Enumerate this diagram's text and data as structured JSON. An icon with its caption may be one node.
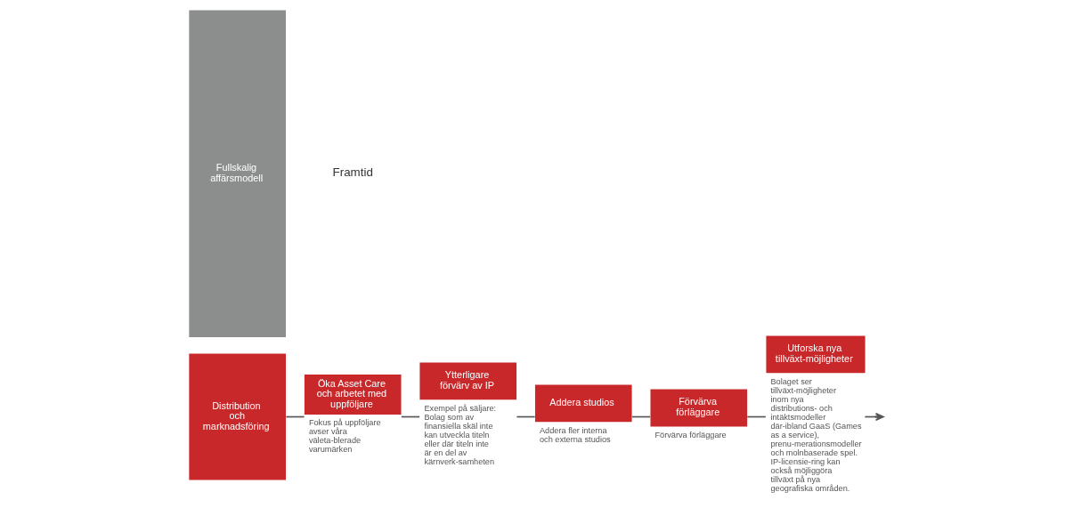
{
  "diagram": {
    "nodes": [
      {
        "text": [
          "Distribution och marknadsföring"
        ]
      },
      {
        "text": [
          "Öka Asset Care och arbetet med uppföljare"
        ],
        "beside": [
          "Fokus på uppföljare avser våra väleta-blerade varumärken"
        ]
      },
      {
        "text": [
          "Ytterligare förvärv av IP"
        ],
        "beside": [
          "Exempel på säljare: Bolag som av finansiella skäl inte kan utveckla titeln eller där titeln inte är en del av kärnverk-samheten"
        ]
      },
      {
        "text": [
          "Addera studios"
        ],
        "beside": [
          "Addera fler interna och externa studios"
        ]
      },
      {
        "text": [
          "Förvärva förläggare"
        ],
        "beside": [
          "Förvärva förläggare"
        ]
      },
      {
        "text": [
          "Utforska nya tillväxt-möjligheter"
        ],
        "beside": [
          "Bolaget ser tillväxt-möjligheter inom nya distributions- och intäktsmodeller där-ibland GaaS (Games as a service), prenu-merationsmodeller och molnbaserade spel. IP-licensie-ring kan också möjliggöra tillväxt på nya geografiska områden."
        ]
      },
      {
        "text": [
          "Fullskalig affärsmodell"
        ]
      }
    ],
    "edges": [
      {
        "from": 0,
        "to": 1,
        "arrow": "none"
      },
      {
        "from": 1,
        "to": 2,
        "arrow": "none"
      },
      {
        "from": 2,
        "to": 3,
        "arrow": "none"
      },
      {
        "from": 3,
        "to": 4,
        "arrow": "none"
      },
      {
        "from": 4,
        "to": 5,
        "arrow": "none"
      },
      {
        "from": 5,
        "to": null,
        "arrow": "to"
      }
    ],
    "labels": [
      "Framtid"
    ]
  }
}
